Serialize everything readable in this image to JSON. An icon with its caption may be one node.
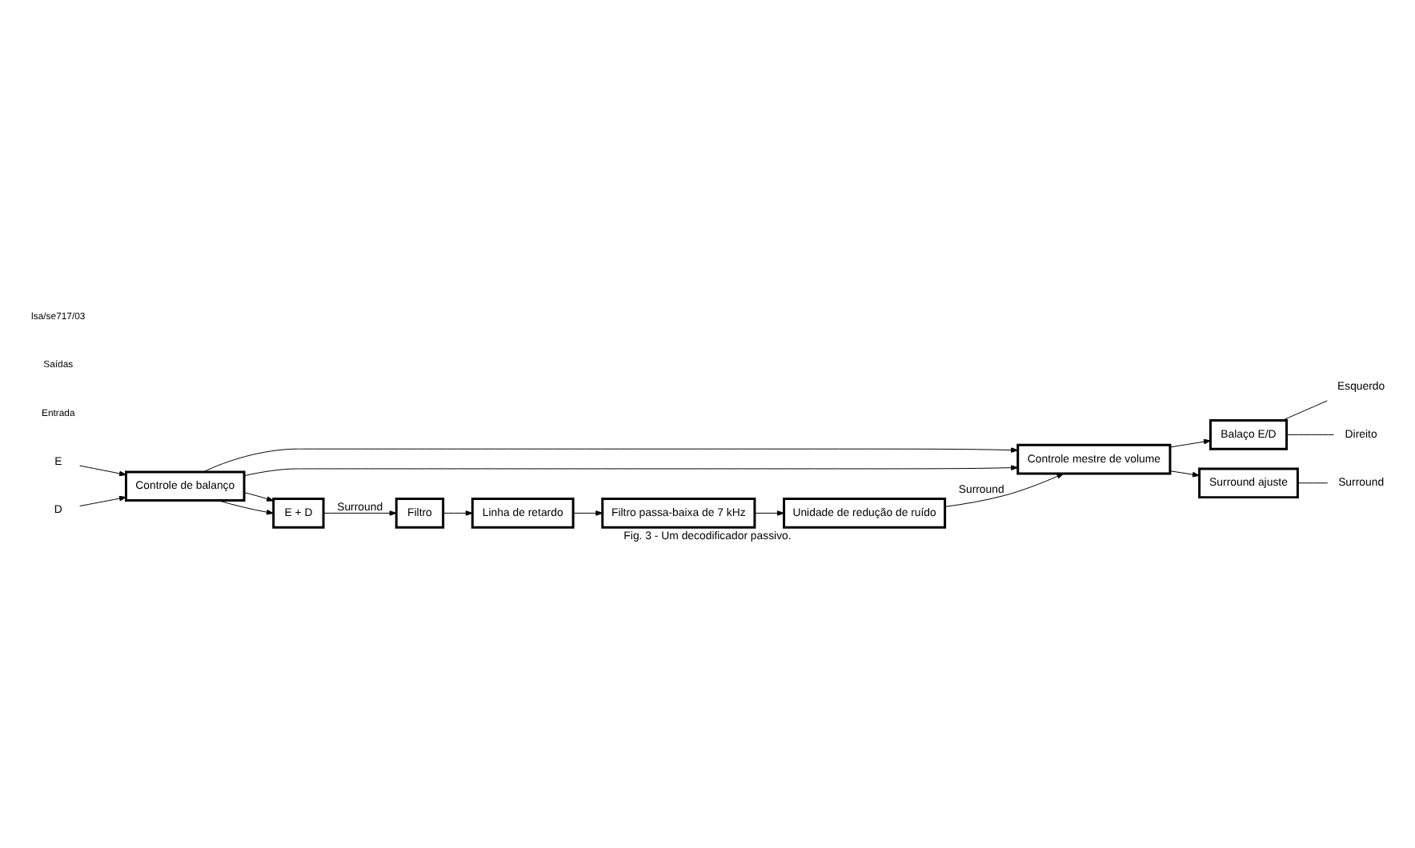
{
  "diagram": {
    "caption": "Fig. 3 - Um decodificador passivo.",
    "nodes": [
      {
        "text": [
          "E"
        ]
      },
      {
        "text": [
          "D"
        ]
      },
      {
        "text": [
          "Controle de balanço"
        ]
      },
      {
        "text": [
          "Controle mestre de volume"
        ]
      },
      {
        "text": [
          "Balaço E/D"
        ]
      },
      {
        "text": [
          "Surround ajuste"
        ]
      },
      {
        "text": [
          "Esquerdo"
        ]
      },
      {
        "text": [
          "Direito"
        ]
      },
      {
        "text": [
          "Surround"
        ]
      },
      {
        "text": [
          "E + D"
        ]
      },
      {
        "text": [
          "Unidade de redução de ruído"
        ]
      },
      {
        "text": [
          "Filtro"
        ]
      },
      {
        "text": [
          "Linha de retardo"
        ]
      },
      {
        "text": [
          "Filtro passa-baixa de 7 kHz"
        ]
      }
    ],
    "edges": [
      {
        "from": 0,
        "to": 2,
        "arrow": "to"
      },
      {
        "from": 1,
        "to": 2,
        "arrow": "to"
      },
      {
        "from": 2,
        "to": 3,
        "arrow": "to"
      },
      {
        "from": 2,
        "to": 3,
        "arrow": "to"
      },
      {
        "from": 2,
        "to": 9,
        "arrow": "to"
      },
      {
        "from": 2,
        "to": 9,
        "arrow": "to"
      },
      {
        "from": 3,
        "to": 4,
        "arrow": "to"
      },
      {
        "from": 3,
        "to": 5,
        "arrow": "to"
      },
      {
        "from": 4,
        "to": 6,
        "arrow": "none"
      },
      {
        "from": 4,
        "to": 7,
        "arrow": "none"
      },
      {
        "from": 5,
        "to": 8,
        "arrow": "none"
      },
      {
        "from": 9,
        "to": 11,
        "arrow": "to",
        "label": "Surround"
      },
      {
        "from": 11,
        "to": 12,
        "arrow": "to"
      },
      {
        "from": 12,
        "to": 13,
        "arrow": "to"
      },
      {
        "from": 13,
        "to": 10,
        "arrow": "to"
      },
      {
        "from": 10,
        "to": 3,
        "arrow": "to",
        "label": "Surround"
      }
    ],
    "labels": [
      "Entrada",
      "Saídas",
      "lsa/se717/03"
    ]
  }
}
